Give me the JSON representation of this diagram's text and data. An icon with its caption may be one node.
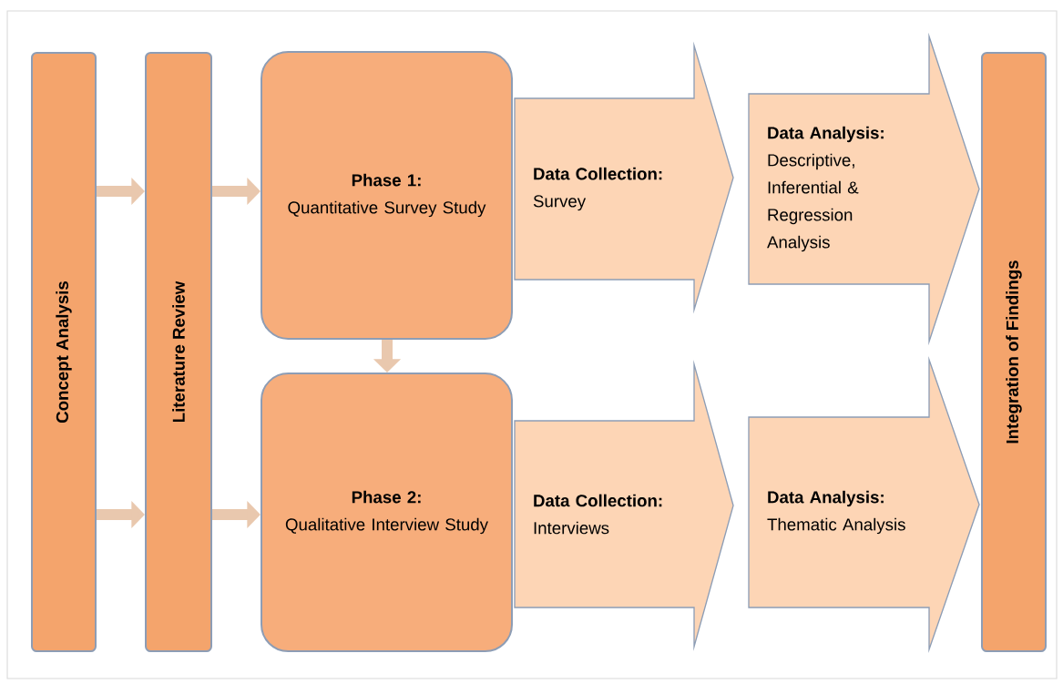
{
  "diagram": {
    "nodes": [
      {
        "text": [
          "Concept Analysis"
        ]
      },
      {
        "text": [
          "Literature Review"
        ]
      },
      {
        "text": [
          "Phase 1:",
          "Quantitative Survey Study"
        ]
      },
      {
        "text": [
          "Data Collection:",
          "Survey"
        ]
      },
      {
        "text": [
          "Data Analysis:",
          "Descriptive, Inferential & Regression Analysis"
        ]
      },
      {
        "text": [
          "Phase 2:",
          "Qualitative Interview Study"
        ]
      },
      {
        "text": [
          "Data Collection:",
          "Interviews"
        ]
      },
      {
        "text": [
          "Data Analysis:",
          "Thematic Analysis"
        ]
      },
      {
        "text": [
          "Integration of Findings"
        ]
      }
    ],
    "edges": [
      {
        "from": 0,
        "to": 1,
        "arrow": "to"
      },
      {
        "from": 0,
        "to": 1,
        "arrow": "to"
      },
      {
        "from": 1,
        "to": 2,
        "arrow": "to"
      },
      {
        "from": 1,
        "to": 5,
        "arrow": "to"
      },
      {
        "from": 2,
        "to": 5,
        "arrow": "to"
      }
    ]
  }
}
